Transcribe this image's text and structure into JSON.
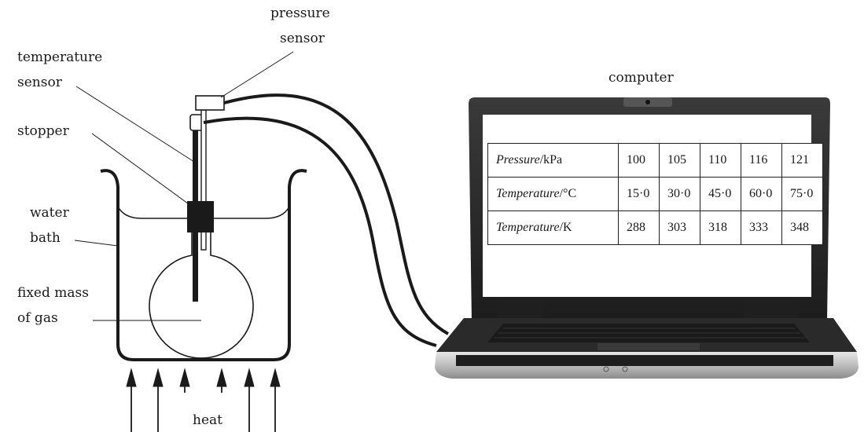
{
  "labels": {
    "pressure_sensor_line1": "pressure",
    "pressure_sensor_line2": "sensor",
    "temperature_sensor_line1": "temperature",
    "temperature_sensor_line2": "sensor",
    "stopper": "stopper",
    "water_bath_line1": "water",
    "water_bath_line2": "bath",
    "fixed_mass_line1": "fixed mass",
    "fixed_mass_line2": "of gas",
    "heat": "heat",
    "computer": "computer"
  },
  "table": {
    "rows": [
      {
        "quantity": "Pressure",
        "unit": "/kPa",
        "values": [
          "100",
          "105",
          "110",
          "116",
          "121"
        ]
      },
      {
        "quantity": "Temperature",
        "unit": "/°C",
        "values": [
          "15·0",
          "30·0",
          "45·0",
          "60·0",
          "75·0"
        ]
      },
      {
        "quantity": "Temperature",
        "unit": "/K",
        "values": [
          "288",
          "303",
          "318",
          "333",
          "348"
        ]
      }
    ]
  },
  "colors": {
    "line": "#1a1a1a",
    "laptop_body": "#2b2b2b",
    "laptop_silver": "#c9c9c9"
  }
}
